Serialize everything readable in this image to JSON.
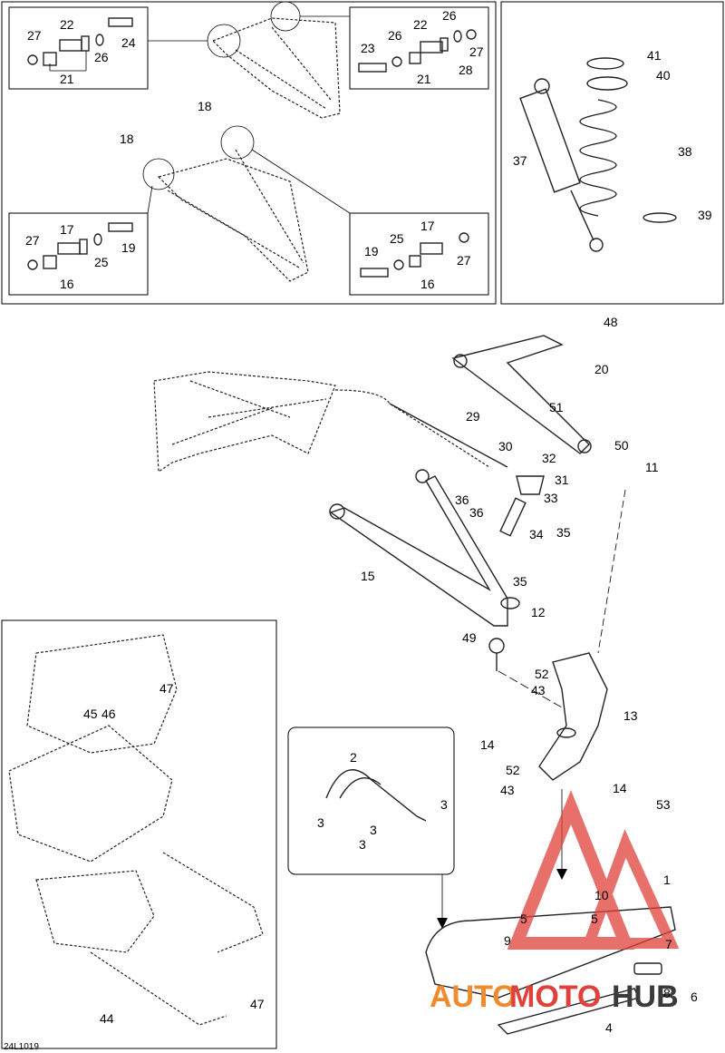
{
  "diagram": {
    "reference_code": "24L1019",
    "watermark": {
      "brand_part1": "AUTO",
      "brand_part2": "MOTO",
      "brand_part3": "HUB",
      "color_red": "#e0413a",
      "color_orange": "#f08a2c",
      "color_dark": "#3a3a3a"
    },
    "callouts": {
      "c1": "1",
      "c2": "2",
      "c3a": "3",
      "c3b": "3",
      "c3c": "3",
      "c3d": "3",
      "c4": "4",
      "c5a": "5",
      "c5b": "5",
      "c6": "6",
      "c7": "7",
      "c8": "8",
      "c9": "9",
      "c10": "10",
      "c11": "11",
      "c12": "12",
      "c13": "13",
      "c14a": "14",
      "c14b": "14",
      "c15": "15",
      "c16a": "16",
      "c16b": "16",
      "c17a": "17",
      "c17b": "17",
      "c18a": "18",
      "c18b": "18",
      "c19a": "19",
      "c19b": "19",
      "c20": "20",
      "c21a": "21",
      "c21b": "21",
      "c22a": "22",
      "c22b": "22",
      "c23": "23",
      "c24": "24",
      "c25a": "25",
      "c25b": "25",
      "c26a": "26",
      "c26b": "26",
      "c26c": "26",
      "c27a": "27",
      "c27b": "27",
      "c27c": "27",
      "c27d": "27",
      "c28": "28",
      "c29": "29",
      "c30": "30",
      "c31": "31",
      "c32": "32",
      "c33": "33",
      "c34": "34",
      "c35a": "35",
      "c35b": "35",
      "c36a": "36",
      "c36b": "36",
      "c37": "37",
      "c38": "38",
      "c39": "39",
      "c40": "40",
      "c41": "41",
      "c43a": "43",
      "c43b": "43",
      "c44": "44",
      "c45": "45",
      "c46": "46",
      "c47a": "47",
      "c47b": "47",
      "c48": "48",
      "c49": "49",
      "c50": "50",
      "c51": "51",
      "c52a": "52",
      "c52b": "52",
      "c53": "53"
    }
  }
}
